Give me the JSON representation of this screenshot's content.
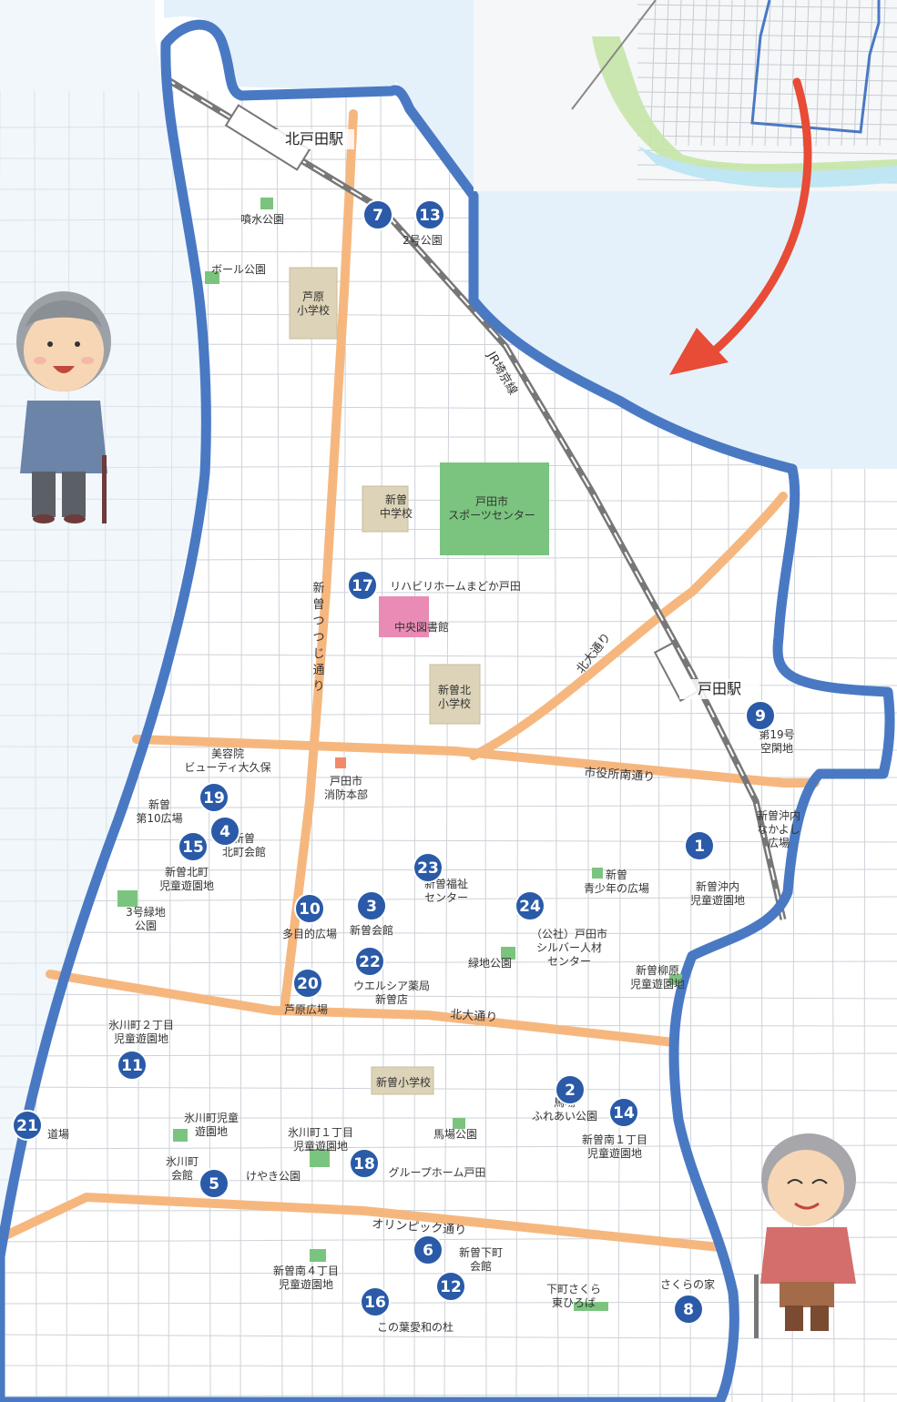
{
  "map": {
    "colors": {
      "boundary": "#4a79c4",
      "road": "#f6b77f",
      "rail": "#7c7c7c",
      "marker": "#2a5aa8",
      "park": "#7bc47f",
      "school": "#ddd3b8",
      "facility": "#e98bb5",
      "arrow": "#e84b36",
      "inset_river": "#bfe6f3",
      "inset_green": "#c6e4a7"
    },
    "stations": [
      {
        "id": "kitatoda",
        "label": "北戸田駅"
      },
      {
        "id": "toda",
        "label": "戸田駅"
      }
    ],
    "roads": [
      {
        "id": "tsutsuji",
        "label": "新曽つつじ通り"
      },
      {
        "id": "kitaomote",
        "label": "北大通り"
      },
      {
        "id": "shiyakusho",
        "label": "市役所南通り"
      },
      {
        "id": "hokudai2",
        "label": "北大通り"
      },
      {
        "id": "olympic",
        "label": "オリンピック通り"
      }
    ],
    "rail": {
      "label": "JR埼京線"
    },
    "places": [
      {
        "id": "funsui",
        "label": "噴水公園"
      },
      {
        "id": "ball",
        "label": "ボール公園"
      },
      {
        "id": "ashihara",
        "label": "芦原\n小学校"
      },
      {
        "id": "kyuko",
        "label": "2号公園"
      },
      {
        "id": "shinzo-jhs",
        "label": "新曽\n中学校"
      },
      {
        "id": "sports",
        "label": "戸田市\nスポーツセンター"
      },
      {
        "id": "library",
        "label": "中央図書館"
      },
      {
        "id": "shinzokita-es",
        "label": "新曽北\n小学校"
      },
      {
        "id": "rehab",
        "label": "リハビリホームまどか戸田"
      },
      {
        "id": "akichi",
        "label": "第19号\n空閑地"
      },
      {
        "id": "biyoin",
        "label": "美容院\nビューティ大久保"
      },
      {
        "id": "fire",
        "label": "戸田市\n消防本部"
      },
      {
        "id": "shinzo10",
        "label": "新曽\n第10広場"
      },
      {
        "id": "kitamachi",
        "label": "新曽\n北町会館"
      },
      {
        "id": "kitajido",
        "label": "新曽北町\n児童遊園地"
      },
      {
        "id": "okiuchi",
        "label": "新曽沖内\nなかよし\n広場"
      },
      {
        "id": "okiuchi-jido",
        "label": "新曽沖内\n児童遊園地"
      },
      {
        "id": "green3",
        "label": "3号緑地\n公園"
      },
      {
        "id": "tamokuteki",
        "label": "多目的広場"
      },
      {
        "id": "fukushi",
        "label": "新曽福祉\nセンター"
      },
      {
        "id": "shinzo-kaikan",
        "label": "新曽会館"
      },
      {
        "id": "seishonen",
        "label": "新曽\n青少年の広場"
      },
      {
        "id": "silver",
        "label": "（公社）戸田市\nシルバー人材\nセンター"
      },
      {
        "id": "ryokuchi",
        "label": "緑地公園"
      },
      {
        "id": "yanagihara",
        "label": "新曽柳原\n児童遊園地"
      },
      {
        "id": "welcia",
        "label": "ウエルシア薬局\n新曽店"
      },
      {
        "id": "ashihara-hiroba",
        "label": "芦原広場"
      },
      {
        "id": "hikawa2",
        "label": "氷川町２丁目\n児童遊園地"
      },
      {
        "id": "shinzo-es",
        "label": "新曽小学校"
      },
      {
        "id": "fureai",
        "label": "馬場\nふれあい公園"
      },
      {
        "id": "minami1",
        "label": "新曽南１丁目\n児童遊園地"
      },
      {
        "id": "hikawa-jido",
        "label": "氷川町児童\n遊園地"
      },
      {
        "id": "hikawa1",
        "label": "氷川町１丁目\n児童遊園地"
      },
      {
        "id": "baba",
        "label": "馬場公園"
      },
      {
        "id": "dojo",
        "label": "道場"
      },
      {
        "id": "hikawa-kaikan",
        "label": "氷川町\n会館"
      },
      {
        "id": "keyaki",
        "label": "けやき公園"
      },
      {
        "id": "grouphome",
        "label": "グループホーム戸田"
      },
      {
        "id": "shimocho-kaikan",
        "label": "新曽下町\n会館"
      },
      {
        "id": "minami4",
        "label": "新曽南４丁目\n児童遊園地"
      },
      {
        "id": "sakura",
        "label": "下町さくら\n東ひろば"
      },
      {
        "id": "sakura-ie",
        "label": "さくらの家"
      },
      {
        "id": "konoha",
        "label": "この葉愛和の杜"
      }
    ],
    "markers": [
      "7",
      "13",
      "17",
      "9",
      "19",
      "4",
      "15",
      "1",
      "23",
      "10",
      "3",
      "24",
      "22",
      "20",
      "11",
      "2",
      "14",
      "21",
      "18",
      "5",
      "6",
      "12",
      "16",
      "8"
    ]
  }
}
